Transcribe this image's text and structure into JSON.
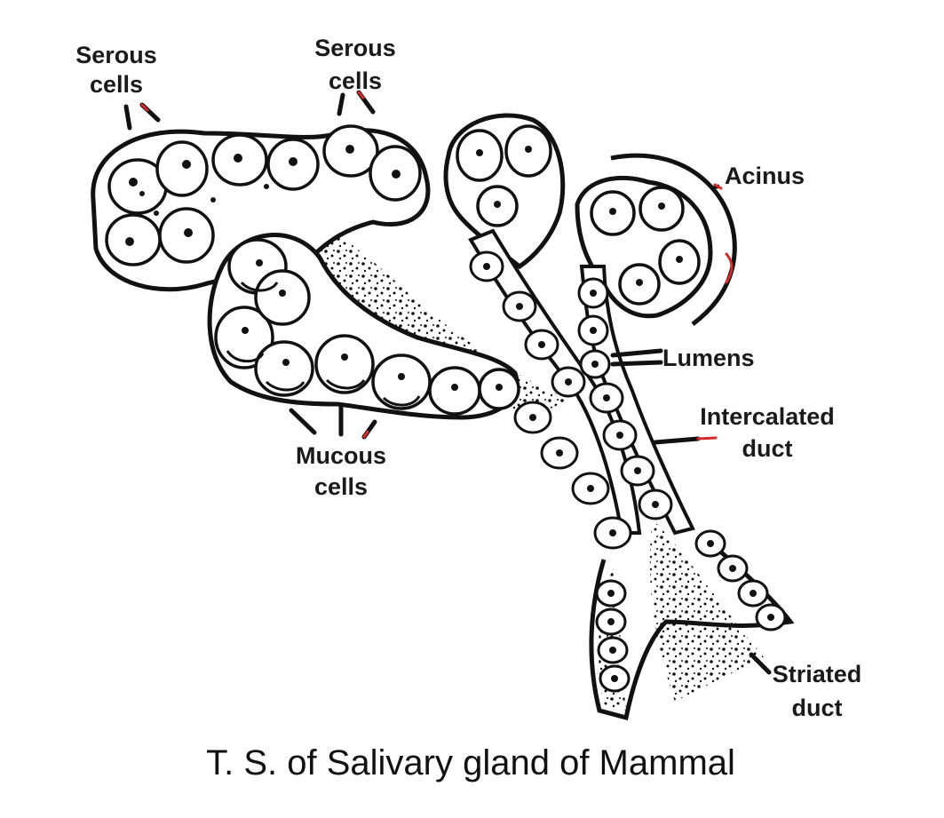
{
  "labels": {
    "serous_left_1": "Serous",
    "serous_left_2": "cells",
    "serous_mid_1": "Serous",
    "serous_mid_2": "cells",
    "acinus": "Acinus",
    "lumens": "Lumens",
    "intercalated_1": "Intercalated",
    "intercalated_2": "duct",
    "mucous_1": "Mucous",
    "mucous_2": "cells",
    "striated_1": "Striated",
    "striated_2": "duct"
  },
  "caption": "T. S. of Salivary gland of Mammal",
  "colors": {
    "ink": "#111111",
    "leader_accent": "#d42a2a",
    "background": "#ffffff"
  }
}
